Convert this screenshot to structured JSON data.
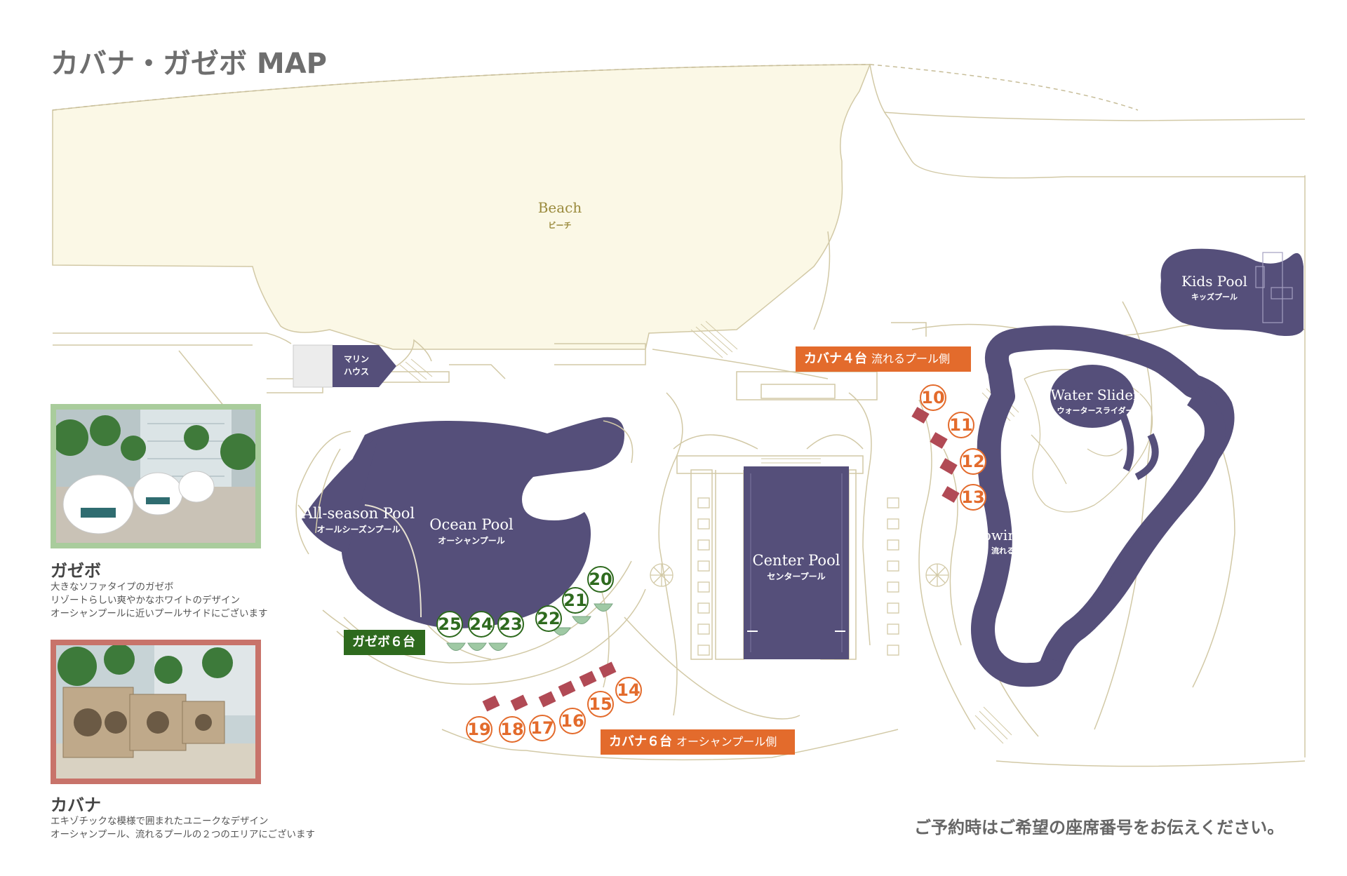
{
  "title": "カバナ・ガゼボ MAP",
  "areas": {
    "beach": {
      "en": "Beach",
      "jp": "ビーチ"
    },
    "marine_house": {
      "line1": "マリン",
      "line2": "ハウス"
    },
    "all_season_pool": {
      "en": "All-season Pool",
      "jp": "オールシーズンプール"
    },
    "ocean_pool": {
      "en": "Ocean Pool",
      "jp": "オーシャンプール"
    },
    "center_pool": {
      "en": "Center Pool",
      "jp": "センタープール"
    },
    "flowing_pool": {
      "en": "Flowing Pool",
      "jp": "流れるプール"
    },
    "water_slider": {
      "en": "Water Slider",
      "jp": "ウォータースライダー"
    },
    "kids_pool": {
      "en": "Kids Pool",
      "jp": "キッズプール"
    }
  },
  "tags": {
    "cabana_flowing": {
      "main": "カバナ４台",
      "sub": "流れるプール側"
    },
    "cabana_ocean": {
      "main": "カバナ６台",
      "sub": "オーシャンプール側"
    },
    "gazebo": {
      "main": "ガゼボ６台",
      "sub": ""
    }
  },
  "seats": {
    "cabana_flowing": [
      "10",
      "11",
      "12",
      "13"
    ],
    "cabana_ocean": [
      "14",
      "15",
      "16",
      "17",
      "18",
      "19"
    ],
    "gazebo": [
      "20",
      "21",
      "22",
      "23",
      "24",
      "25"
    ]
  },
  "legend": {
    "gazebo": {
      "title": "ガゼボ",
      "lines": [
        "大きなソファタイプのガゼボ",
        "リゾートらしい爽やかなホワイトのデザイン",
        "オーシャンプールに近いプールサイドにございます"
      ],
      "frame_color": "#a9cc9c"
    },
    "cabana": {
      "title": "カバナ",
      "lines": [
        "エキゾチックな模様で囲まれたユニークなデザイン",
        "オーシャンプール、流れるプールの２つのエリアにございます"
      ],
      "frame_color": "#c8736a"
    }
  },
  "cta": "ご予約時はご希望の座席番号をお伝えください。",
  "colors": {
    "pool": "#554f7a",
    "beach": "#fbf8e6",
    "line": "#d2c9a6",
    "cabana": "#e36b2c",
    "gazebo": "#2e6a1e",
    "cabana_seat": "#b14a55",
    "gazebo_seat": "#9fc9a4"
  }
}
